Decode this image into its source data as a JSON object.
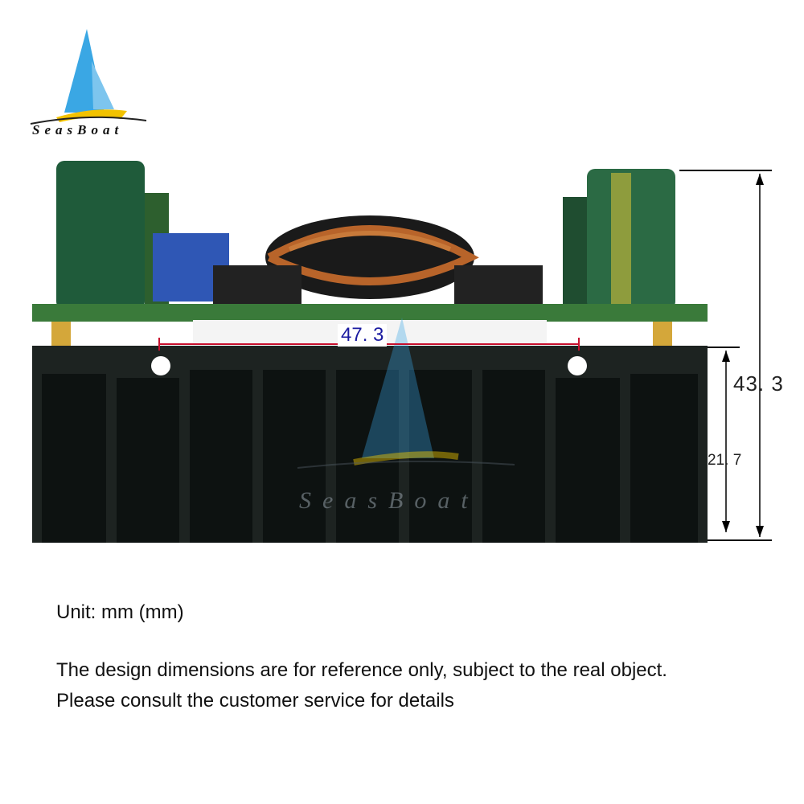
{
  "brand": {
    "name": "SeasBoat"
  },
  "dimensions": {
    "width": "47. 3",
    "total_height": "43. 3",
    "heatsink_height": "21. 7"
  },
  "watermark": {
    "text": "SeasBoat"
  },
  "captions": {
    "unit": "Unit: mm (mm)",
    "disclaimer": "The design dimensions are for reference only, subject to the real object.",
    "contact": "Please consult the customer service for details"
  },
  "colors": {
    "sail_blue": "#3aa7e4",
    "sail_yellow": "#f2c200",
    "pcb_green": "#2e6b33",
    "heatsink": "#1d2321",
    "dimension_line": "#c8102e"
  }
}
